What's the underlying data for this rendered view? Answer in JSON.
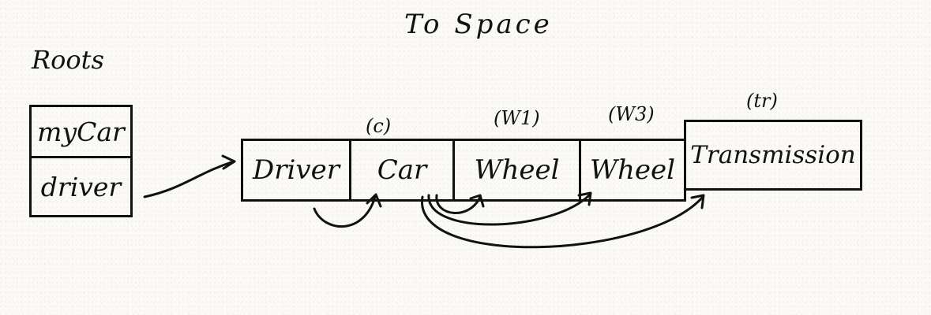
{
  "diagram": {
    "title": "To Space",
    "roots": {
      "label": "Roots",
      "slots": [
        "myCar",
        "driver"
      ]
    },
    "cells": [
      {
        "name": "Driver",
        "tag": ""
      },
      {
        "name": "Car",
        "tag": "(c)"
      },
      {
        "name": "Wheel",
        "tag": "(W1)"
      },
      {
        "name": "Wheel",
        "tag": "(W3)"
      },
      {
        "name": "Transmission",
        "tag": "(tr)"
      }
    ]
  }
}
